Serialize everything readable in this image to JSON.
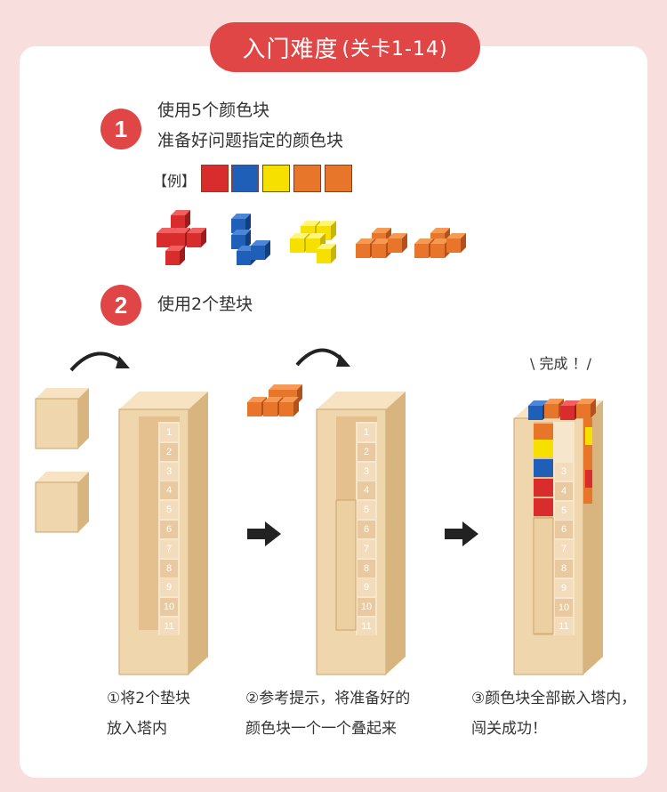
{
  "header": {
    "title": "入门难度",
    "subtitle": "(关卡1-14)"
  },
  "step1": {
    "number": "1",
    "line1": "使用5个颜色块",
    "line2": "准备好问题指定的颜色块",
    "example_label": "【例】"
  },
  "step2": {
    "number": "2",
    "line1": "使用2个垫块"
  },
  "done_label": "\\ 完成 ！/",
  "slot_numbers": [
    "1",
    "2",
    "3",
    "4",
    "5",
    "6",
    "7",
    "8",
    "9",
    "10",
    "11"
  ],
  "captions": {
    "c1_line1": "①将2个垫块",
    "c1_line2": "放入塔内",
    "c2_line1": "②参考提示，将准备好的",
    "c2_line2": "颜色块一个一个叠起来",
    "c3_line1": "③颜色块全部嵌入塔内，",
    "c3_line2": "闯关成功！"
  },
  "colors": {
    "accent": "#e04646",
    "red": "#d92c2c",
    "blue": "#1f5fb8",
    "yellow": "#f5e000",
    "orange": "#e8762a",
    "wood": "#f0d6ad"
  },
  "swatches": [
    "red",
    "blue",
    "yellow",
    "orange",
    "orange"
  ]
}
